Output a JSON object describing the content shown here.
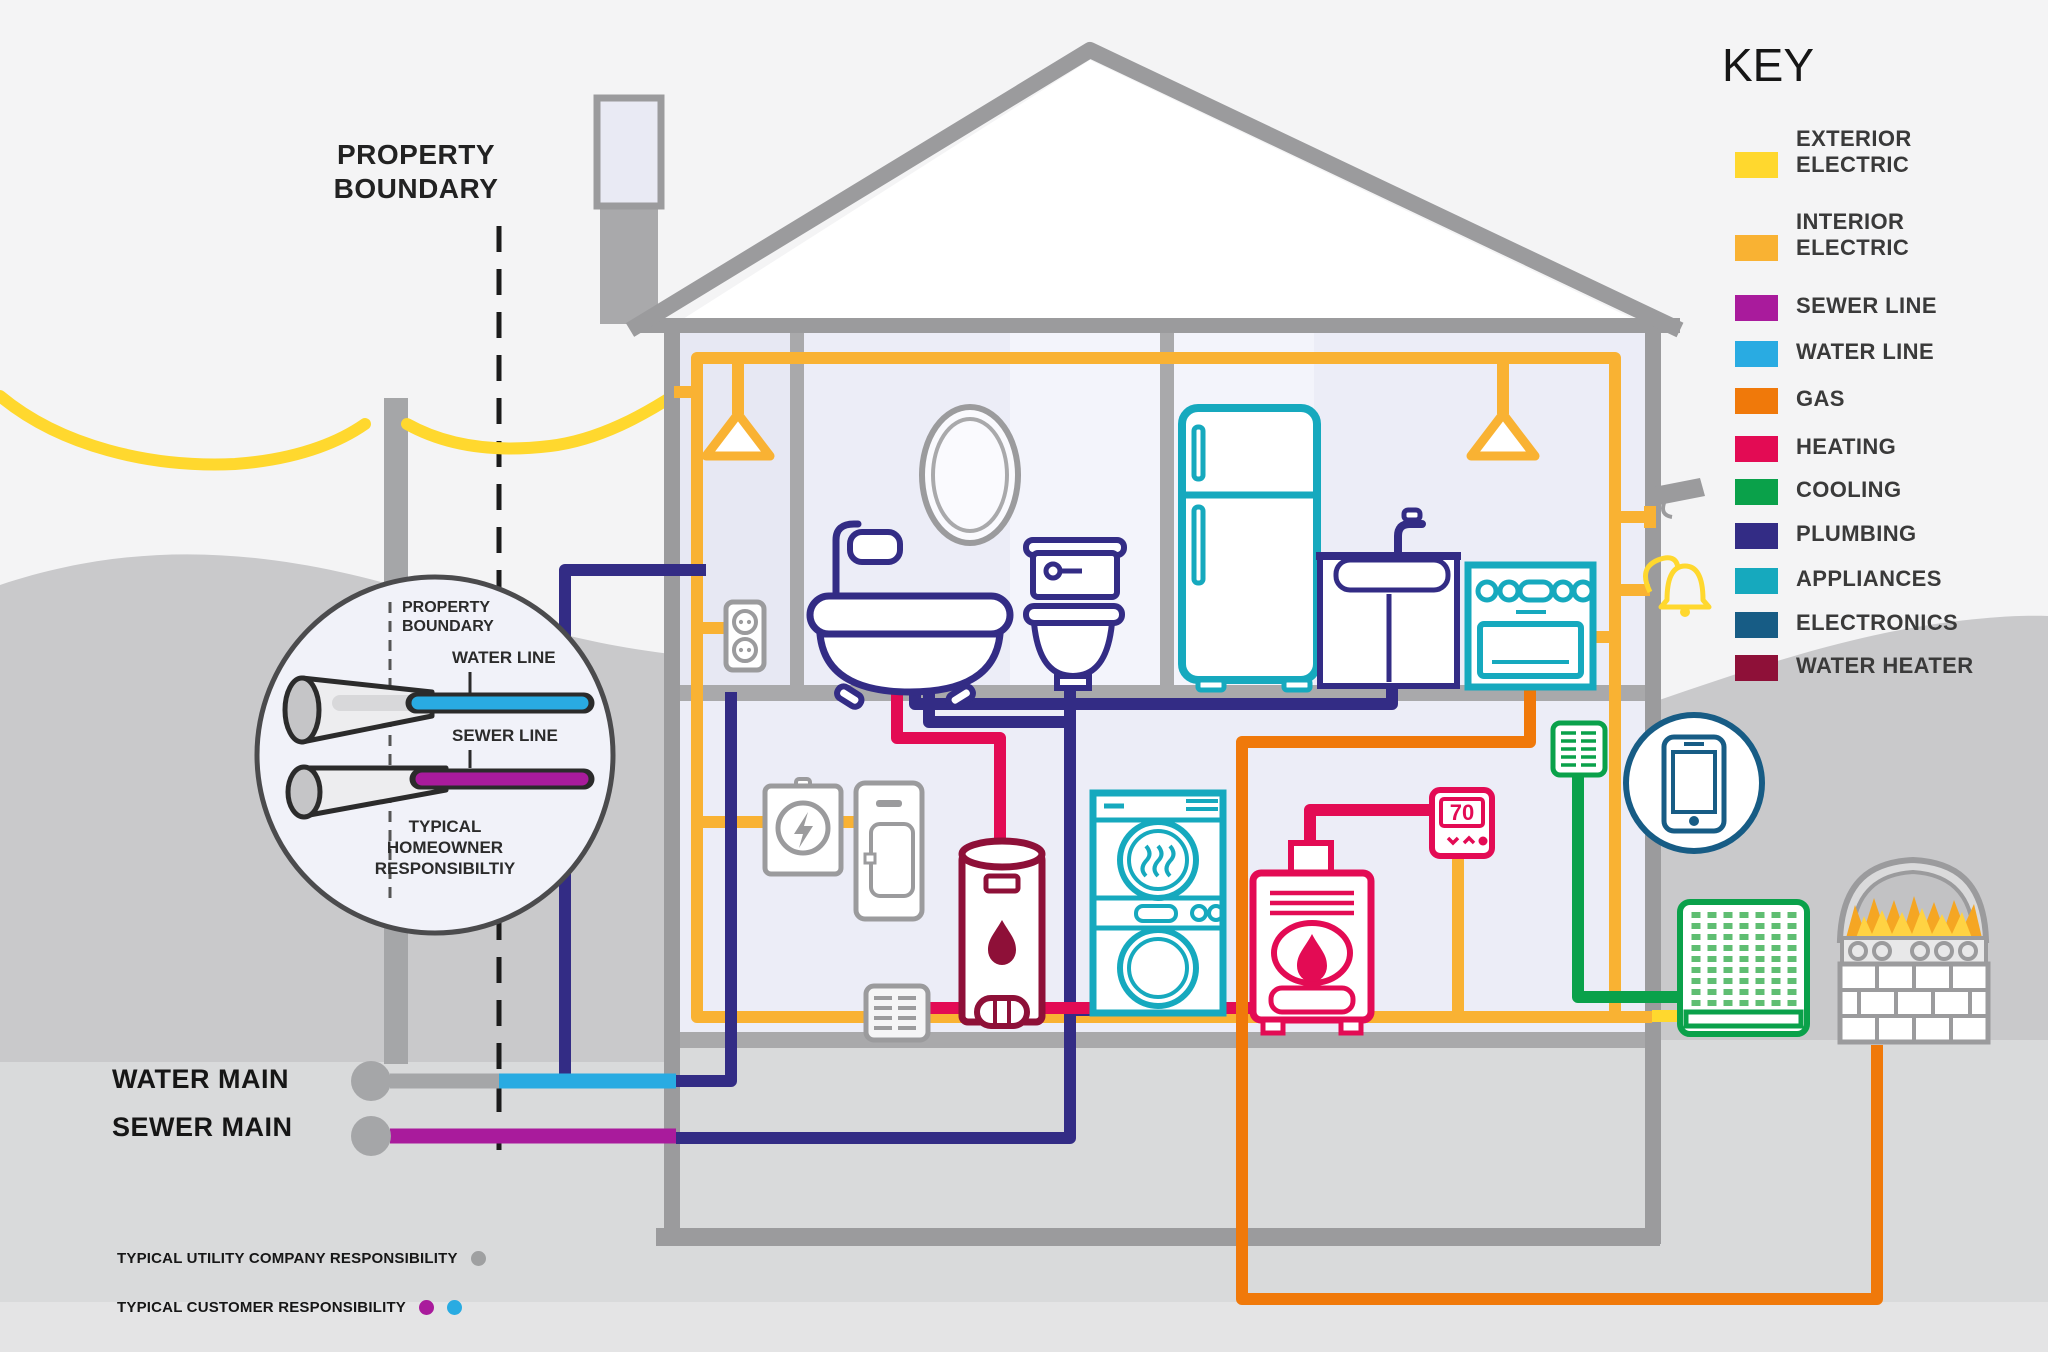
{
  "title_labels": {
    "property_boundary": "PROPERTY BOUNDARY",
    "water_main": "WATER MAIN",
    "sewer_main": "SEWER MAIN"
  },
  "inset": {
    "property_boundary": "PROPERTY BOUNDARY",
    "water_line": "WATER LINE",
    "sewer_line": "SEWER LINE",
    "caption": [
      "TYPICAL",
      "HOMEOWNER",
      "RESPONSIBILTIY"
    ]
  },
  "responsibility_legend": {
    "utility": {
      "label": "TYPICAL UTILITY  COMPANY RESPONSIBILITY",
      "dot_color": "#9FA0A1"
    },
    "customer": {
      "label": "TYPICAL CUSTOMER RESPONSIBILITY",
      "dot_colors": [
        "#A91B9C",
        "#29ABE2"
      ]
    }
  },
  "thermostat": {
    "value": "70"
  },
  "key": {
    "title": "KEY",
    "items": [
      {
        "label": "EXTERIOR ELECTRIC",
        "color": "#FFD82E"
      },
      {
        "label": "INTERIOR ELECTRIC",
        "color": "#F9B233"
      },
      {
        "label": "SEWER LINE",
        "color": "#A91B9C"
      },
      {
        "label": "WATER LINE",
        "color": "#29ABE2"
      },
      {
        "label": "GAS",
        "color": "#F0790A"
      },
      {
        "label": "HEATING",
        "color": "#E30B54"
      },
      {
        "label": "COOLING",
        "color": "#0AA14A"
      },
      {
        "label": "PLUMBING",
        "color": "#332C85"
      },
      {
        "label": "APPLIANCES",
        "color": "#16A9BE"
      },
      {
        "label": "ELECTRONICS",
        "color": "#175C85"
      },
      {
        "label": "WATER HEATER",
        "color": "#8E1038"
      }
    ]
  }
}
